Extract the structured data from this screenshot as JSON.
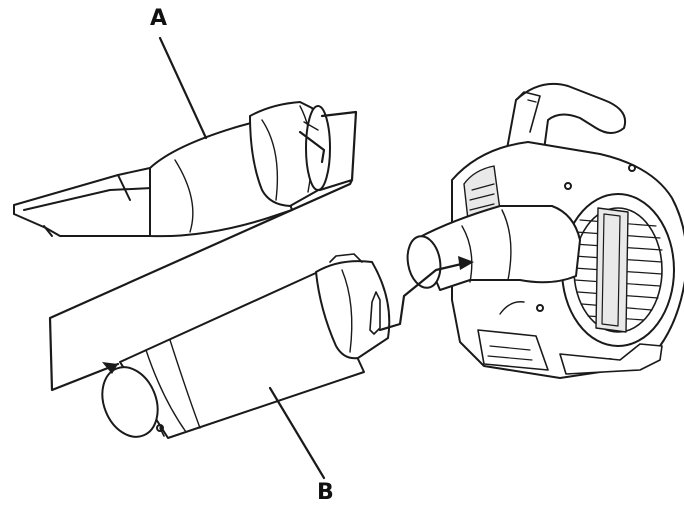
{
  "callouts": {
    "a": "A",
    "b": "B"
  },
  "parts": {
    "a": "flat-nozzle-tube",
    "b": "round-blower-tube",
    "unit": "leaf-blower-body"
  },
  "colors": {
    "line": "#1a1a1a",
    "fill": "#ffffff",
    "shade": "#e9e9e9"
  }
}
